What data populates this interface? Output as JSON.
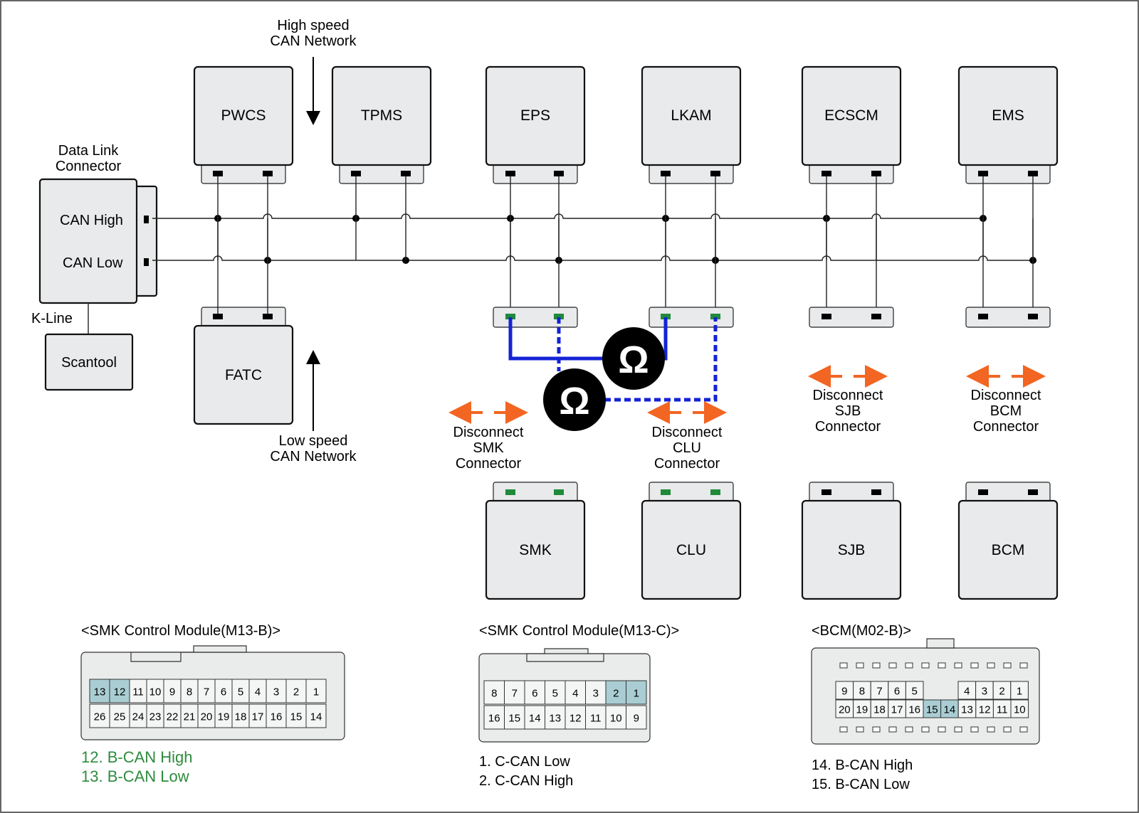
{
  "network_labels": {
    "high_line1": "High speed",
    "high_line2": "CAN Network",
    "low_line1": "Low speed",
    "low_line2": "CAN Network"
  },
  "dlc": {
    "title_line1": "Data Link",
    "title_line2": "Connector",
    "can_high": "CAN High",
    "can_low": "CAN Low",
    "kline": "K-Line",
    "scantool": "Scantool"
  },
  "modules_top": [
    "PWCS",
    "TPMS",
    "EPS",
    "LKAM",
    "ECSCM",
    "EMS"
  ],
  "modules_bottom": [
    "FATC",
    "SMK",
    "CLU",
    "SJB",
    "BCM"
  ],
  "ohm_symbol": "Ω",
  "disconnect_labels": {
    "smk": [
      "Disconnect",
      "SMK",
      "Connector"
    ],
    "clu": [
      "Disconnect",
      "CLU",
      "Connector"
    ],
    "sjb": [
      "Disconnect",
      "SJB",
      "Connector"
    ],
    "bcm": [
      "Disconnect",
      "BCM",
      "Connector"
    ]
  },
  "connector_m13b": {
    "title": "<SMK Control Module(M13-B)>",
    "row1": [
      "13",
      "12",
      "11",
      "10",
      "9",
      "8",
      "7",
      "6",
      "5",
      "4",
      "3",
      "2",
      "1"
    ],
    "row2": [
      "26",
      "25",
      "24",
      "23",
      "22",
      "21",
      "20",
      "19",
      "18",
      "17",
      "16",
      "15",
      "14"
    ],
    "legend": [
      "12. B-CAN High",
      "13. B-CAN Low"
    ]
  },
  "connector_m13c": {
    "title": "<SMK Control Module(M13-C)>",
    "row1": [
      "8",
      "7",
      "6",
      "5",
      "4",
      "3",
      "2",
      "1"
    ],
    "row2": [
      "16",
      "15",
      "14",
      "13",
      "12",
      "11",
      "10",
      "9"
    ],
    "legend": [
      "1. C-CAN Low",
      "2. C-CAN High"
    ]
  },
  "connector_m02b": {
    "title": "<BCM(M02-B)>",
    "row1": [
      "9",
      "8",
      "7",
      "6",
      "5",
      "",
      "4",
      "3",
      "2",
      "1"
    ],
    "row2": [
      "20",
      "19",
      "18",
      "17",
      "16",
      "15",
      "14",
      "13",
      "12",
      "11",
      "10"
    ],
    "legend": [
      "14. B-CAN High",
      "15. B-CAN Low"
    ]
  },
  "colors": {
    "module_fill": "#e8eaeb",
    "highlight_pin": "#a9cdd3",
    "probe_wire": "#1423d6",
    "disconnect_arrow": "#f26522",
    "legend_green": "#2e8b3d",
    "connected_pin": "#1f8a3a"
  }
}
